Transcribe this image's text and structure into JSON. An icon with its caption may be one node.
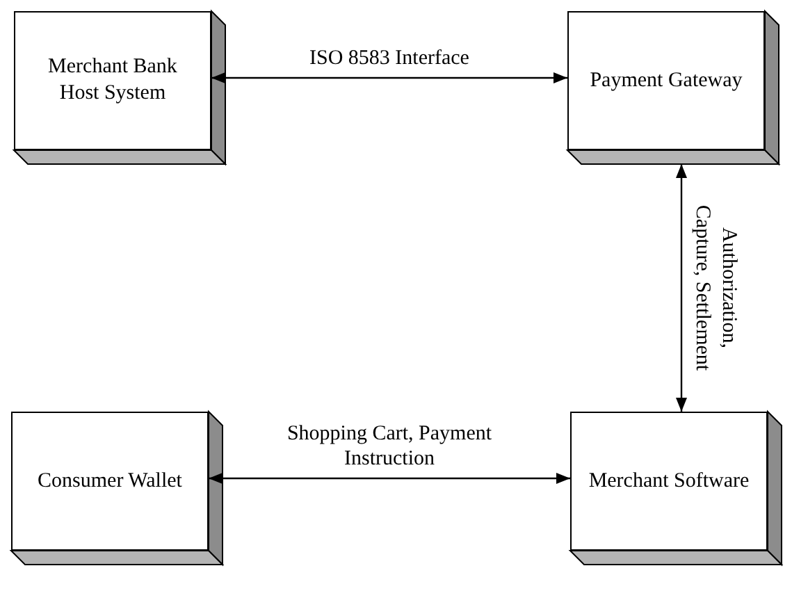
{
  "diagram": {
    "nodes": [
      {
        "text": [
          "Merchant Bank Host System"
        ]
      },
      {
        "text": [
          "Payment Gateway"
        ]
      },
      {
        "text": [
          "Consumer Wallet"
        ]
      },
      {
        "text": [
          "Merchant Software"
        ]
      }
    ],
    "edges": [
      {
        "from": 0,
        "to": 1,
        "arrow": "both",
        "label": "ISO 8583 Interface"
      },
      {
        "from": 1,
        "to": 3,
        "arrow": "both",
        "label": "Authorization, Capture, Settlement"
      },
      {
        "from": 2,
        "to": 3,
        "arrow": "both",
        "label": "Shopping Cart, Payment Instruction"
      }
    ]
  }
}
